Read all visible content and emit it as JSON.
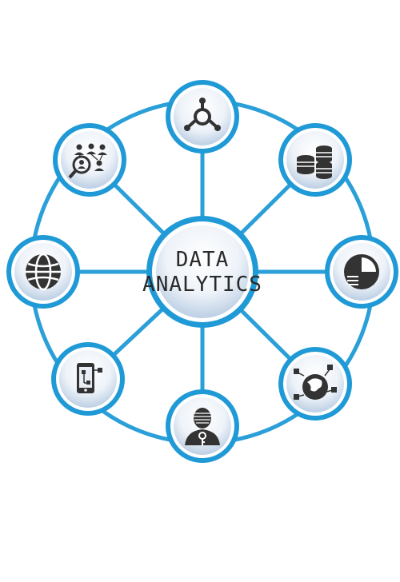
{
  "center": {
    "line1": "DATA",
    "line2": "ANALYTICS"
  },
  "colors": {
    "accent": "#2a9fd8",
    "node_fill_light": "#ffffff",
    "node_fill_dark": "#c9d9ea",
    "icon": "#333333"
  },
  "nodes": [
    {
      "id": "top",
      "icon": "network-hub-icon"
    },
    {
      "id": "top-right",
      "icon": "database-coins-icon"
    },
    {
      "id": "right",
      "icon": "pie-chart-icon"
    },
    {
      "id": "bottom-right",
      "icon": "globe-network-icon"
    },
    {
      "id": "bottom",
      "icon": "user-key-icon"
    },
    {
      "id": "bottom-left",
      "icon": "tablet-flow-icon"
    },
    {
      "id": "left",
      "icon": "globe-icon"
    },
    {
      "id": "top-left",
      "icon": "user-search-icon"
    }
  ]
}
